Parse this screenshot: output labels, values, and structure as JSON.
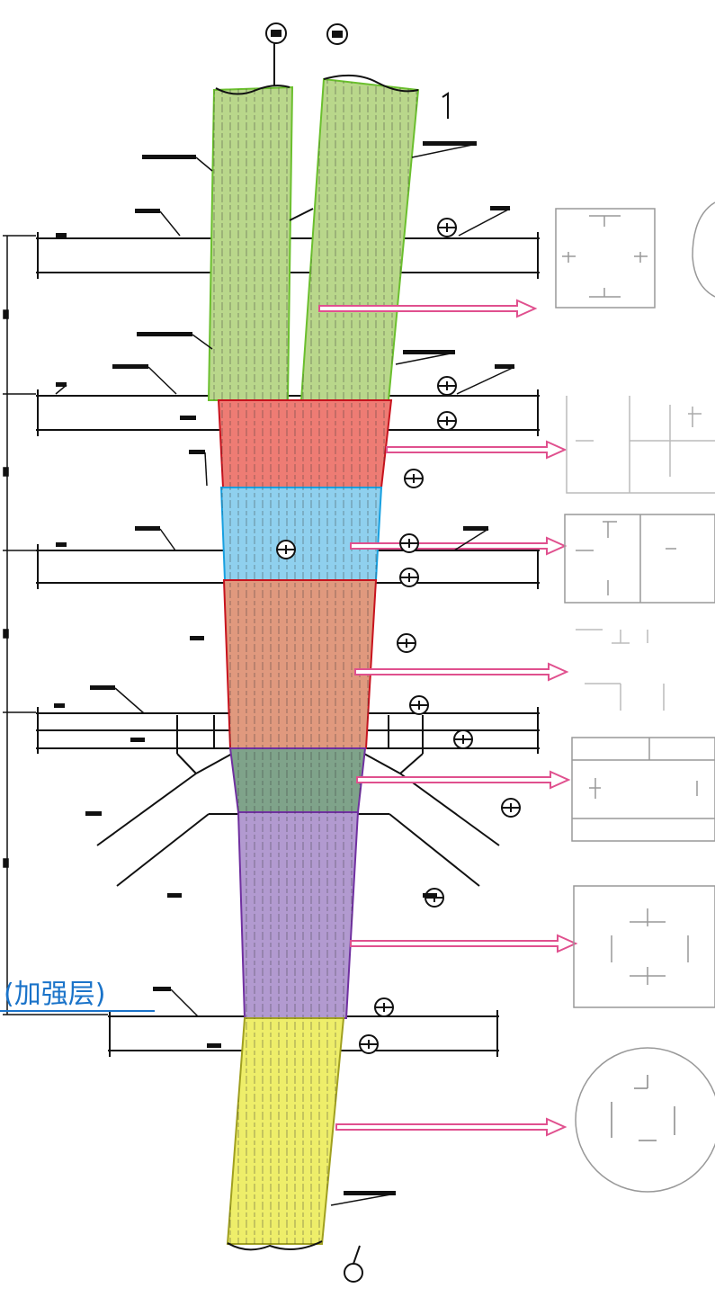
{
  "drawing": {
    "side_label": "(加强层)",
    "colors": {
      "green": "#b9d78b",
      "red": "#ee7c74",
      "blue": "#8fd0ee",
      "brown": "#e0997e",
      "dark_green": "#7fa38a",
      "purple": "#b29ad0",
      "yellow": "#eeee6a",
      "arrow": "#e0508e",
      "label_blue": "#1a73c9"
    },
    "segments": [
      {
        "name": "segment-green-left",
        "color": "green"
      },
      {
        "name": "segment-green-right",
        "color": "green"
      },
      {
        "name": "segment-red",
        "color": "red"
      },
      {
        "name": "segment-blue",
        "color": "blue"
      },
      {
        "name": "segment-brown",
        "color": "brown"
      },
      {
        "name": "segment-dark-green",
        "color": "dark_green"
      },
      {
        "name": "segment-purple",
        "color": "purple"
      },
      {
        "name": "segment-yellow",
        "color": "yellow"
      }
    ],
    "section_details": [
      {
        "name": "section-square-1",
        "shape": "square"
      },
      {
        "name": "section-split-2",
        "shape": "split-rect"
      },
      {
        "name": "section-split-3",
        "shape": "split-rect"
      },
      {
        "name": "section-faded-4",
        "shape": "faded"
      },
      {
        "name": "section-rect-5",
        "shape": "rect"
      },
      {
        "name": "section-square-6",
        "shape": "square"
      },
      {
        "name": "section-circle-7",
        "shape": "circle"
      }
    ]
  }
}
